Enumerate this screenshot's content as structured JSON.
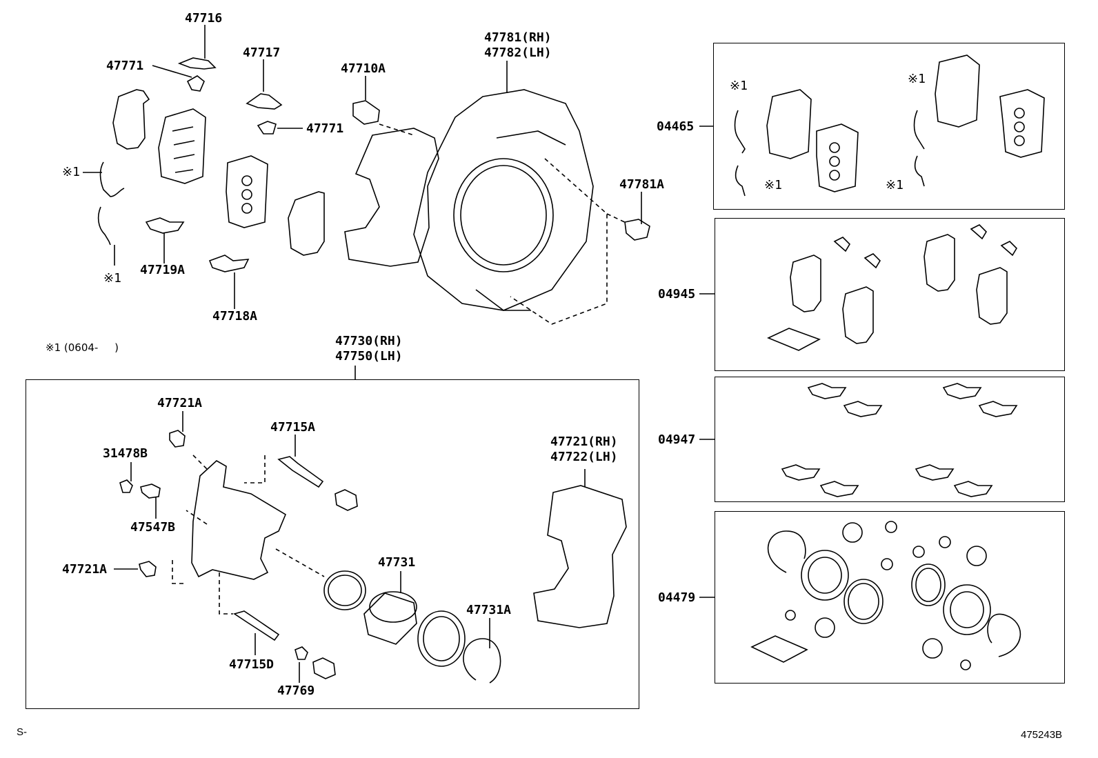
{
  "labels": {
    "p47716": "47716",
    "p47771_top": "47771",
    "p47717": "47717",
    "p47771_mid": "47771",
    "p47710A": "47710A",
    "p47781_rh": "47781(RH)",
    "p47782_lh": "47782(LH)",
    "p47781A": "47781A",
    "note1_left_upper": "※1",
    "note1_left_lower": "※1",
    "p47719A": "47719A",
    "p47718A": "47718A",
    "note_legend": "※1 (0604-     )",
    "p47730_rh": "47730(RH)",
    "p47750_lh": "47750(LH)",
    "p47721A_top": "47721A",
    "p47715A": "47715A",
    "p31478B": "31478B",
    "p47547B": "47547B",
    "p47721A_left": "47721A",
    "p47731": "47731",
    "p47721_rh": "47721(RH)",
    "p47722_lh": "47722(LH)",
    "p47731A": "47731A",
    "p47715D": "47715D",
    "p47769": "47769",
    "kit04465": "04465",
    "kit04945": "04945",
    "kit04947": "04947",
    "kit04479": "04479",
    "kit_note_a": "※1",
    "kit_note_b": "※1",
    "kit_note_c": "※1",
    "kit_note_d": "※1"
  },
  "footer": {
    "left_code": "S-",
    "right_code": "475243B"
  }
}
